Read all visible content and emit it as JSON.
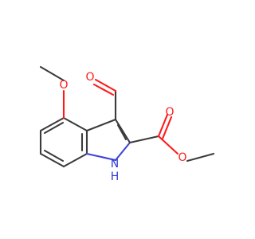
{
  "structure": {
    "atoms": [
      {
        "id": "O1",
        "label": "O",
        "role": "methoxy-oxygen",
        "color": "#ff1a1a"
      },
      {
        "id": "O2",
        "label": "O",
        "role": "aldehyde-oxygen",
        "color": "#ff1a1a"
      },
      {
        "id": "O3",
        "label": "O",
        "role": "carbonyl-oxygen",
        "color": "#ff1a1a"
      },
      {
        "id": "O4",
        "label": "O",
        "role": "ester-oxygen",
        "color": "#ff1a1a"
      },
      {
        "id": "N1",
        "label": "N",
        "role": "indole-nitrogen",
        "color": "#2f38d6"
      },
      {
        "id": "H1",
        "label": "H",
        "role": "indole-hydrogen",
        "color": "#2f38d6"
      }
    ],
    "colors": {
      "bond": "#3b3b3b",
      "oxygen": "#ff1a1a",
      "nitrogen": "#2f38d6"
    }
  }
}
